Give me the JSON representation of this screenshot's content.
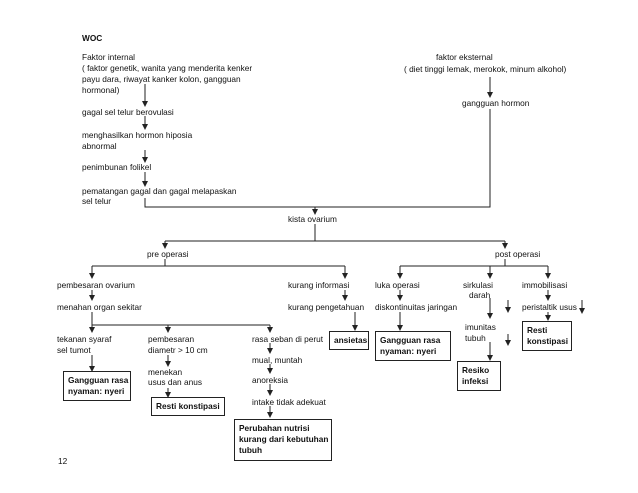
{
  "title": "WOC",
  "internal": {
    "heading": "Faktor internal",
    "lines": [
      "( faktor genetik, wanita yang menderita kenker",
      "payu dara, riwayat kanker kolon, gangguan",
      "hormonal)"
    ]
  },
  "external": {
    "heading": "faktor eksternal",
    "detail": "( diet tinggi lemak, merokok, minum alkohol)",
    "result": "gangguan hormon"
  },
  "chain": {
    "step1": "gagal sel telur berovulasi",
    "step2": [
      "menghasilkan hormon hiposia",
      "abnormal"
    ],
    "step3": "penimbunan folikel",
    "step4": [
      "pematangan gagal dan gagal melapaskan",
      "sel telur"
    ]
  },
  "center": "kista ovarium",
  "pre": {
    "label": "pre operasi",
    "left_branch": {
      "a": "pembesaran ovarium",
      "b": "menahan organ sekitar",
      "sub1": [
        "tekanan syaraf",
        "sel tumot"
      ],
      "box1": [
        "Gangguan rasa",
        "nyaman: nyeri"
      ],
      "sub2": [
        "pembesaran",
        "diametr > 10 cm"
      ],
      "sub2b": [
        "menekan",
        "usus dan anus"
      ],
      "box2": "Resti konstipasi",
      "sub3": "rasa seban di perut",
      "sub3b": "mual, muntah",
      "sub3c": "anoreksia",
      "sub3d": "intake tidak adekuat",
      "box3": [
        "Perubahan nutrisi",
        "kurang dari kebutuhan",
        "tubuh"
      ]
    },
    "right_branch": {
      "a": "kurang informasi",
      "b": "kurang pengetahuan",
      "box": "ansietas"
    }
  },
  "post": {
    "label": "post operasi",
    "b1": {
      "a": "luka operasi",
      "b": "diskontinuitas jaringan",
      "box": [
        "Gangguan rasa",
        "nyaman: nyeri"
      ]
    },
    "b2": {
      "a": [
        "sirkulasi",
        "darah"
      ],
      "b": [
        "imunitas",
        "tubuh"
      ],
      "box": [
        "Resiko",
        "infeksi"
      ]
    },
    "b3": {
      "a": "immobilisasi",
      "b": "peristaltik usus",
      "box": [
        "Resti",
        "konstipasi"
      ]
    }
  },
  "page_number": "12"
}
